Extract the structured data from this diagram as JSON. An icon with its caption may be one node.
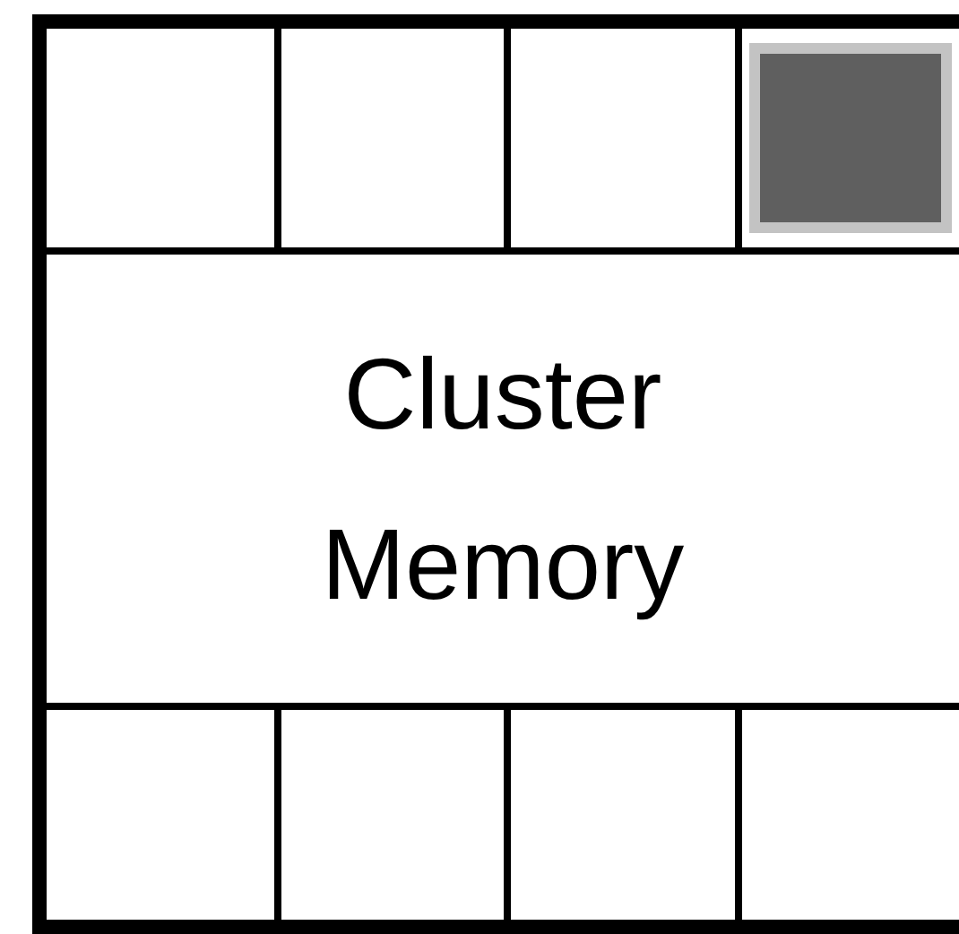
{
  "diagram": {
    "nodes": [
      {
        "text": [],
        "shape": "box"
      },
      {
        "text": [],
        "shape": "box",
        "in": 0
      },
      {
        "text": [
          "Cluster Memory"
        ],
        "in": 0
      }
    ]
  }
}
